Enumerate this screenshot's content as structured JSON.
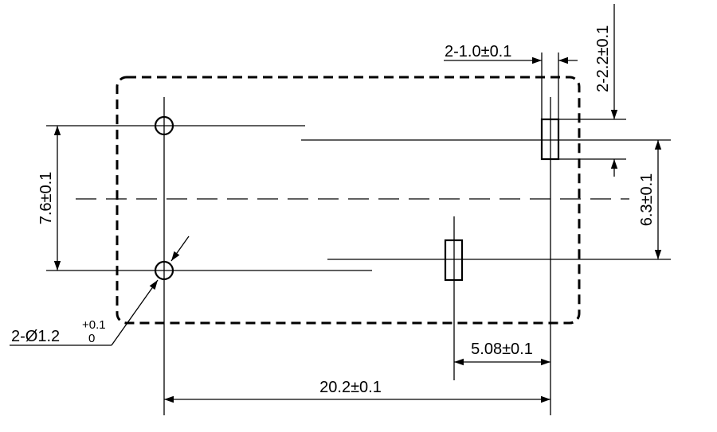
{
  "dimensions": {
    "slot_width": "2-1.0±0.1",
    "slot_height": "2-2.2±0.1",
    "hole_pitch": "7.6±0.1",
    "slot_pitch": "6.3±0.1",
    "slot_offset": "5.08±0.1",
    "overall_length": "20.2±0.1",
    "hole_diameter": "2-Ø1.2",
    "hole_tol_plus": "+0.1",
    "hole_tol_minus": "0"
  }
}
